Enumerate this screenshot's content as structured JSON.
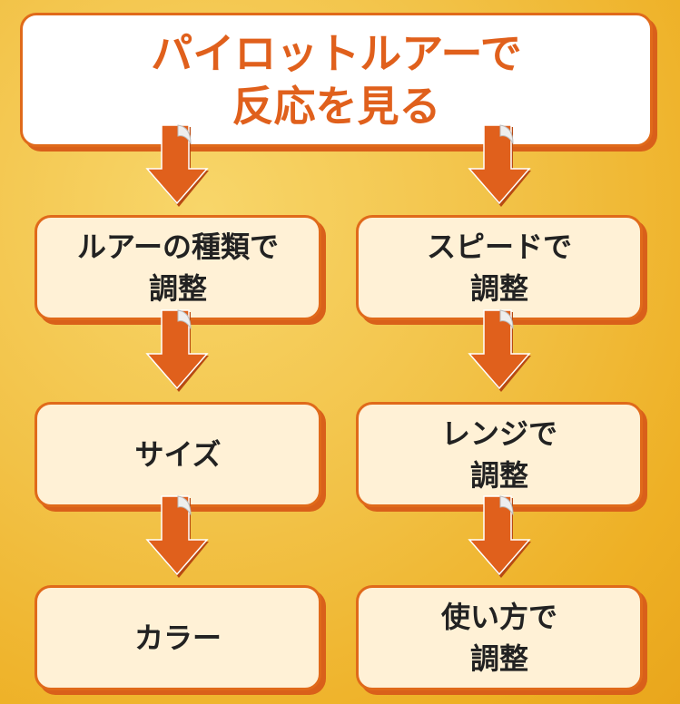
{
  "title": {
    "line1": "パイロットルアーで",
    "line2": "反応を見る"
  },
  "left": [
    {
      "line1": "ルアーの種類で",
      "line2": "調整"
    },
    {
      "line1": "サイズ",
      "line2": ""
    },
    {
      "line1": "カラー",
      "line2": ""
    }
  ],
  "right": [
    {
      "line1": "スピードで",
      "line2": "調整"
    },
    {
      "line1": "レンジで",
      "line2": "調整"
    },
    {
      "line1": "使い方で",
      "line2": "調整"
    }
  ],
  "colors": {
    "accent": "#e0601c",
    "box_fill": "#fff1d6"
  }
}
